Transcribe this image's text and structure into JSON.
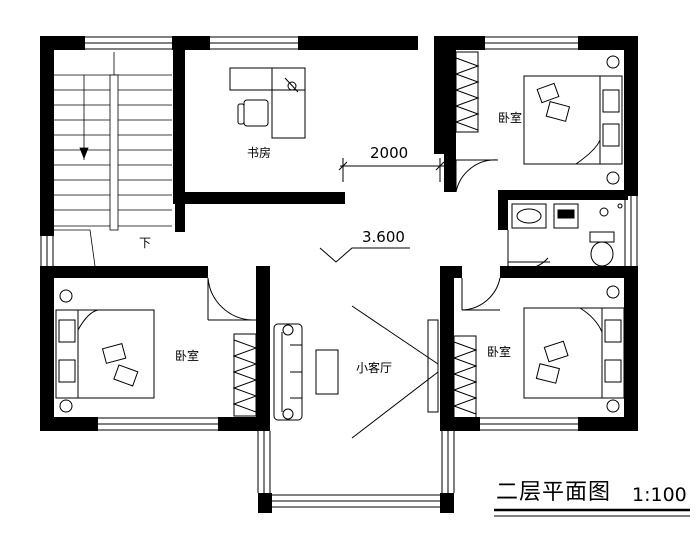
{
  "rooms": {
    "study": "书房",
    "bedroom_ne": "卧室",
    "bedroom_sw": "卧室",
    "bedroom_se": "卧室",
    "living": "小客厅",
    "stair_down": "下"
  },
  "dimensions": {
    "study_width": "2000",
    "floor_level": "3.600"
  },
  "drawing": {
    "title": "二层平面图",
    "scale": "1:100"
  }
}
